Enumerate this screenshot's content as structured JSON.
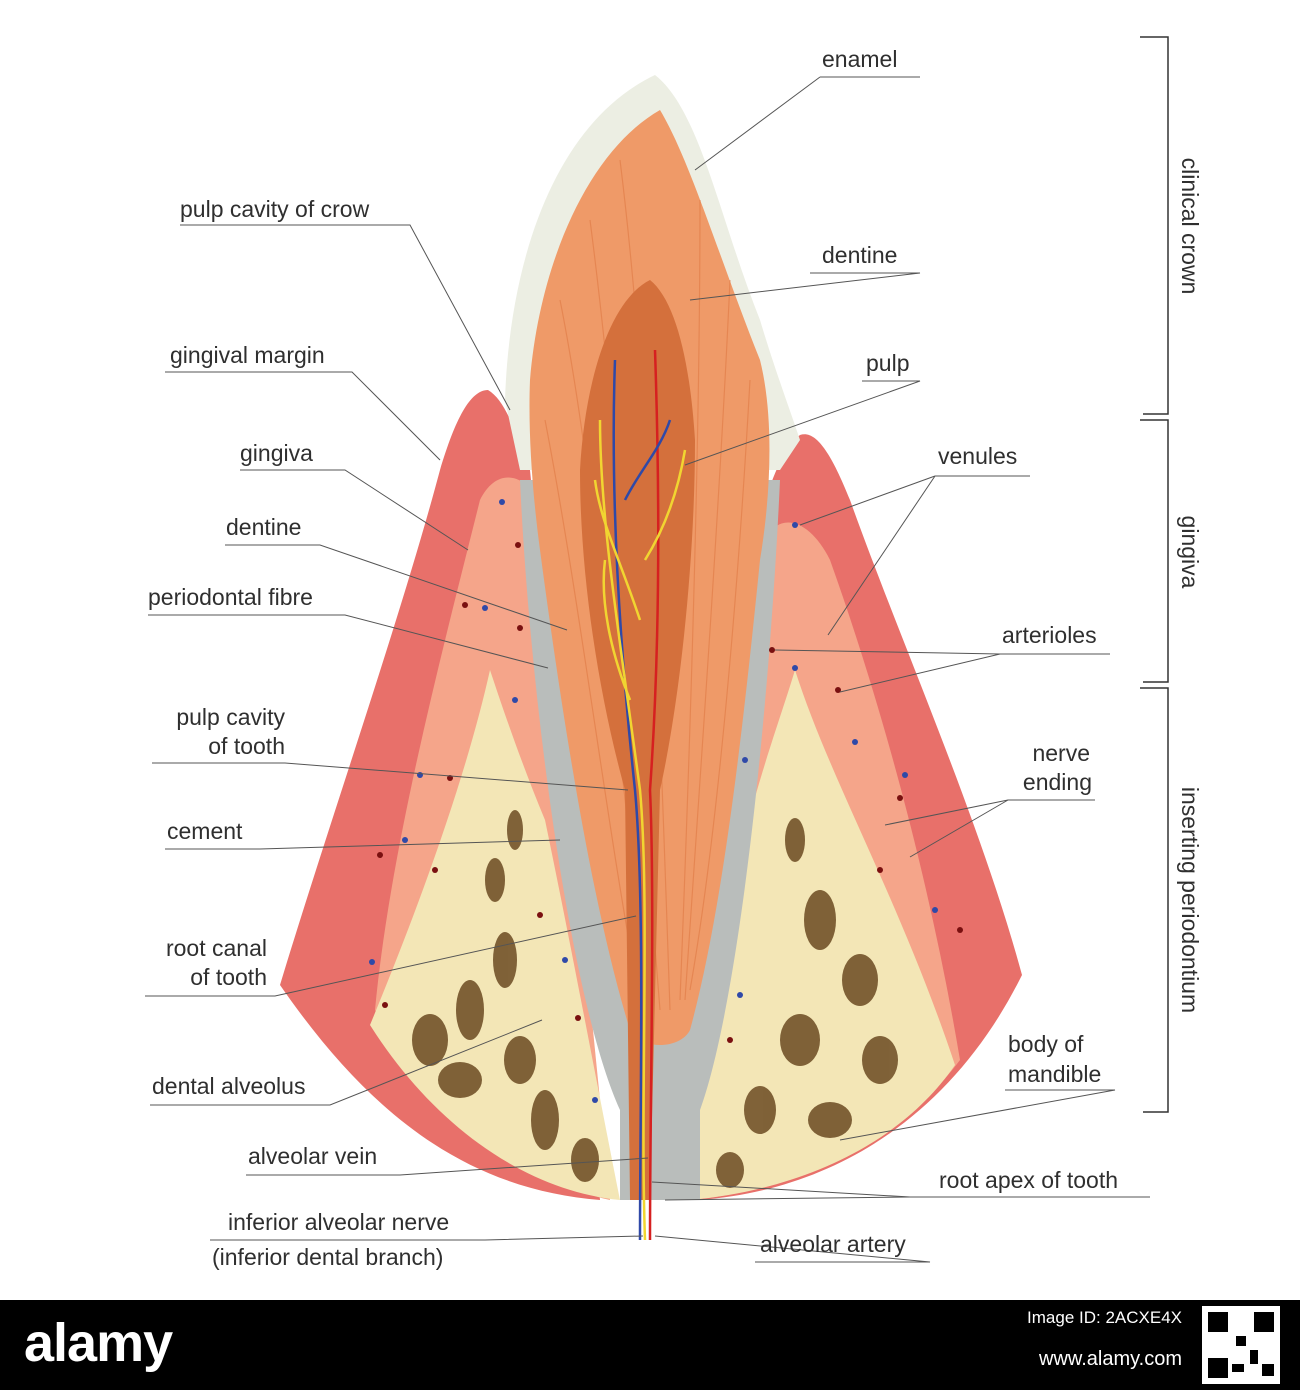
{
  "figure": {
    "labels": {
      "enamel": "enamel",
      "pulp_cavity_crown": "pulp cavity of crow",
      "dentine_top": "dentine",
      "pulp": "pulp",
      "gingival_margin": "gingival margin",
      "gingiva_left": "gingiva",
      "venules": "venules",
      "dentine_left": "dentine",
      "periodontal_fibre": "periodontal fibre",
      "arterioles": "arterioles",
      "pulp_cavity_tooth_1": "pulp cavity",
      "pulp_cavity_tooth_2": "of tooth",
      "nerve_ending_1": "nerve",
      "nerve_ending_2": "ending",
      "cement": "cement",
      "root_canal_1": "root canal",
      "root_canal_2": "of tooth",
      "body_mandible_1": "body of",
      "body_mandible_2": "mandible",
      "dental_alveolus": "dental alveolus",
      "alveolar_vein": "alveolar vein",
      "root_apex": "root apex of tooth",
      "inferior_nerve_1": "inferior alveolar nerve",
      "inferior_nerve_2": "(inferior dental branch)",
      "alveolar_artery": "alveolar artery"
    },
    "brackets": {
      "clinical_crown": "clinical crown",
      "gingiva": "gingiva",
      "inserting_periodontium": "inserting periodontium"
    },
    "colors": {
      "gum_outer": "#e8706a",
      "gum_inner": "#f5a58a",
      "bone": "#f3e6b6",
      "bone_dark": "#6b4a22",
      "enamel": "#eceee3",
      "dentine": "#ef9a68",
      "pulp": "#d4703c",
      "periodontal": "#b9bdbb",
      "artery": "#d62020",
      "vein": "#2f49a8",
      "nerve": "#f1d531"
    }
  },
  "footer": {
    "logo": "alamy",
    "image_id": "Image ID: 2ACXE4X",
    "site": "www.alamy.com"
  }
}
